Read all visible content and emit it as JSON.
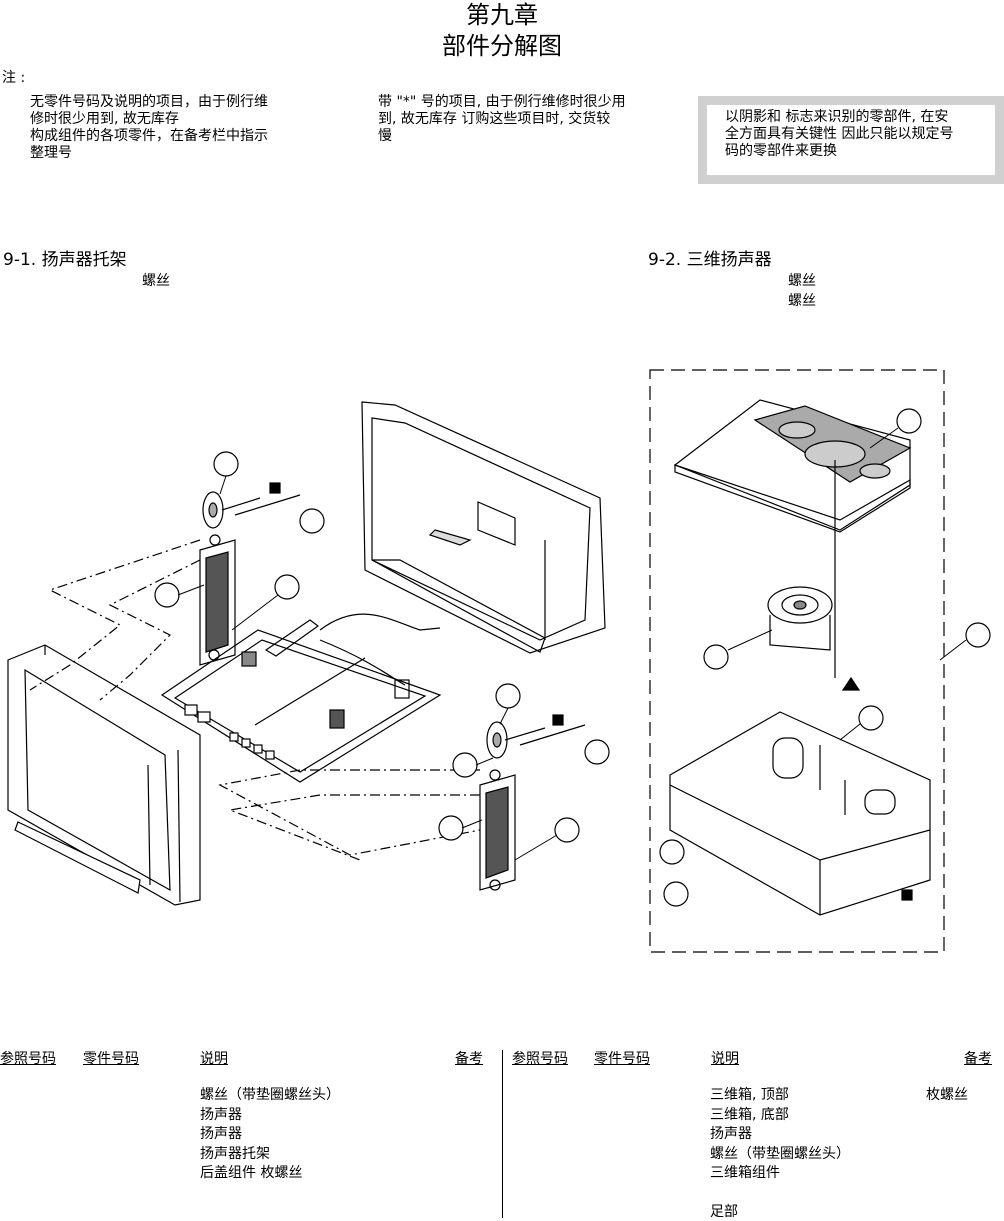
{
  "header": {
    "chapter": "第九章",
    "title": "部件分解图"
  },
  "notes": {
    "label": "注 :",
    "col1": [
      "无零件号码及说明的项目，由于例行维",
      "修时很少用到, 故无库存",
      "构成组件的各项零件，在备考栏中指示",
      "整理号"
    ],
    "col2": [
      "带 \"*\" 号的项目, 由于例行维修时很少用",
      "到, 故无库存    订购这些项目时, 交货较",
      "慢"
    ],
    "safety": [
      "以阴影和      标志来识别的零部件, 在安",
      "全方面具有关键性    因此只能以规定号",
      "码的零部件来更换"
    ]
  },
  "section1": {
    "title": "9-1. 扬声器托架",
    "sub": "螺丝"
  },
  "section2": {
    "title": "9-2. 三维扬声器",
    "sub1": "螺丝",
    "sub2": "螺丝"
  },
  "table_left": {
    "headers": [
      "参照号码",
      "零件号码",
      "说明",
      "备考"
    ],
    "rows": [
      "螺丝（带垫圈螺丝头）",
      "扬声器",
      "扬声器",
      "扬声器托架",
      "后盖组件          枚螺丝"
    ]
  },
  "table_right": {
    "headers": [
      "参照号码",
      "零件号码",
      "说明",
      "备考"
    ],
    "rows": [
      "三维箱, 顶部",
      "三维箱, 底部",
      "扬声器",
      "螺丝（带垫圈螺丝头）",
      "三维箱组件",
      "",
      "足部"
    ],
    "remark": "枚螺丝"
  }
}
